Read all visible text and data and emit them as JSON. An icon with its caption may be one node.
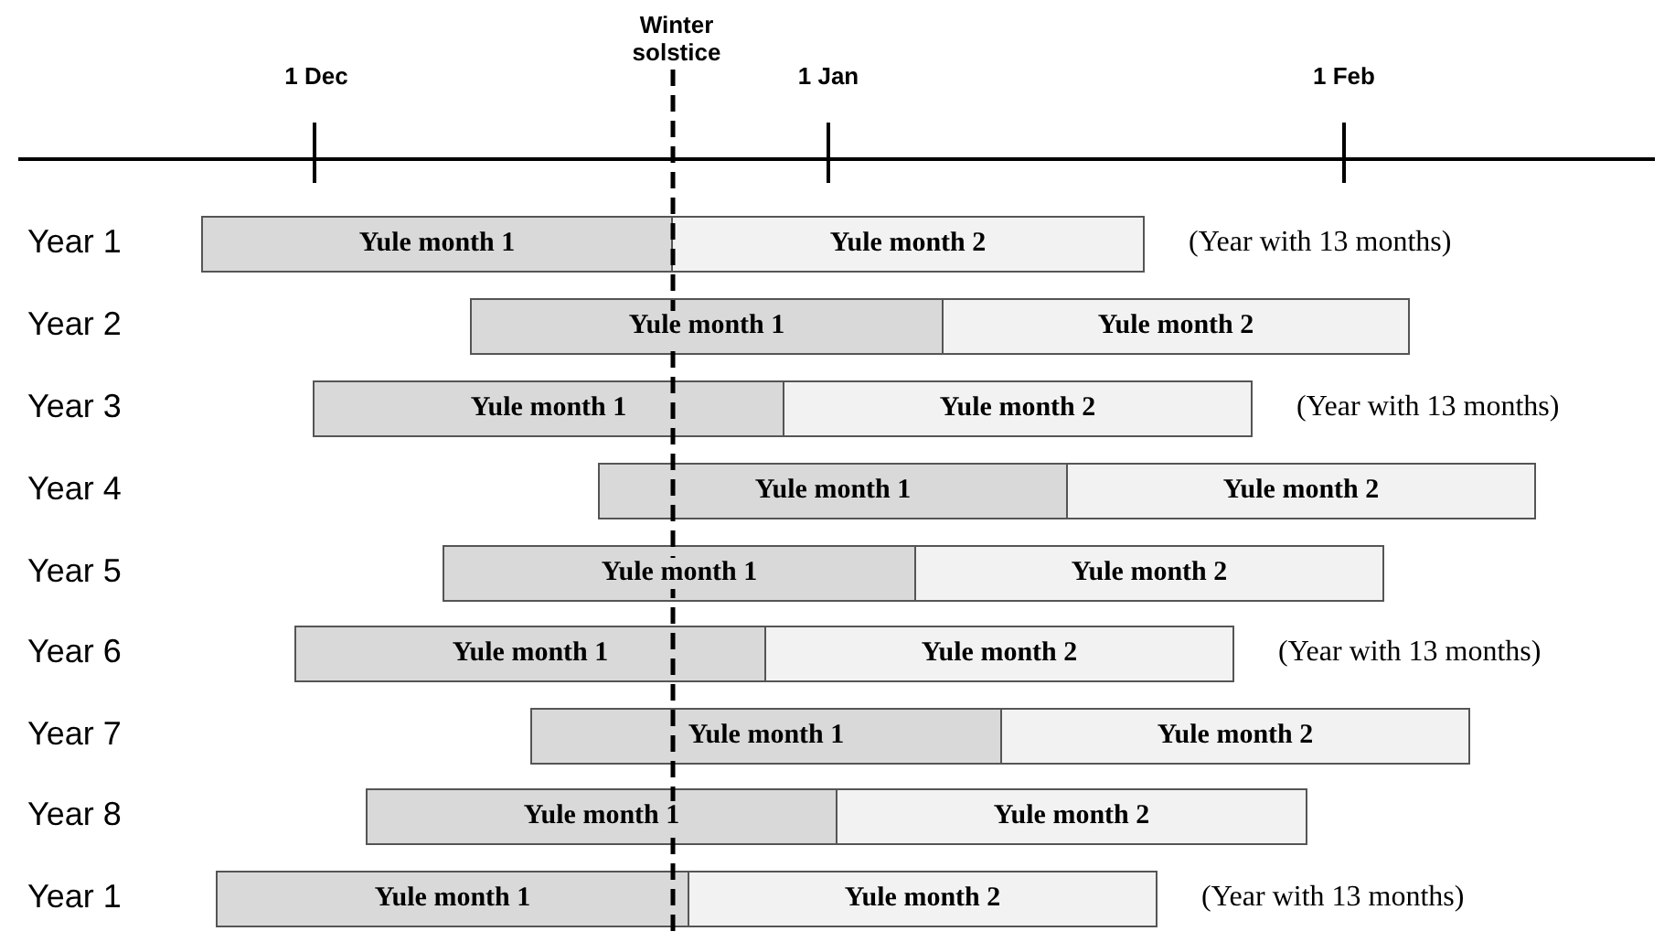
{
  "diagram": {
    "nodes": [
      {
        "text": [
          "Yule month 1"
        ]
      },
      {
        "text": [
          "Yule month 2"
        ],
        "beside": [
          "(Year with 13 months)"
        ]
      },
      {
        "text": [
          "Yule month 1"
        ]
      },
      {
        "text": [
          "Yule month 2"
        ]
      },
      {
        "text": [
          "Yule month 1"
        ]
      },
      {
        "text": [
          "Yule month 2"
        ],
        "beside": [
          "(Year with 13 months)"
        ]
      },
      {
        "text": [
          "Yule month 1"
        ]
      },
      {
        "text": [
          "Yule month 2"
        ]
      },
      {
        "text": [
          "Yule month 1"
        ]
      },
      {
        "text": [
          "Yule month 2"
        ]
      },
      {
        "text": [
          "Yule month 1"
        ]
      },
      {
        "text": [
          "Yule month 2"
        ],
        "beside": [
          "(Year with 13 months)"
        ]
      },
      {
        "text": [
          "Yule month 1"
        ]
      },
      {
        "text": [
          "Yule month 2"
        ]
      },
      {
        "text": [
          "Yule month 1"
        ]
      },
      {
        "text": [
          "Yule month 2"
        ]
      },
      {
        "text": [
          "Yule month 1"
        ]
      },
      {
        "text": [
          "Yule month 2"
        ],
        "beside": [
          "(Year with 13 months)"
        ]
      }
    ],
    "labels": [
      "1 Dec",
      "Winter solstice",
      "1 Jan",
      "1 Feb",
      "Year 1",
      "Year 2",
      "Year 3",
      "Year 4",
      "Year 5",
      "Year 6",
      "Year 7",
      "Year 8",
      "Year 1"
    ]
  }
}
